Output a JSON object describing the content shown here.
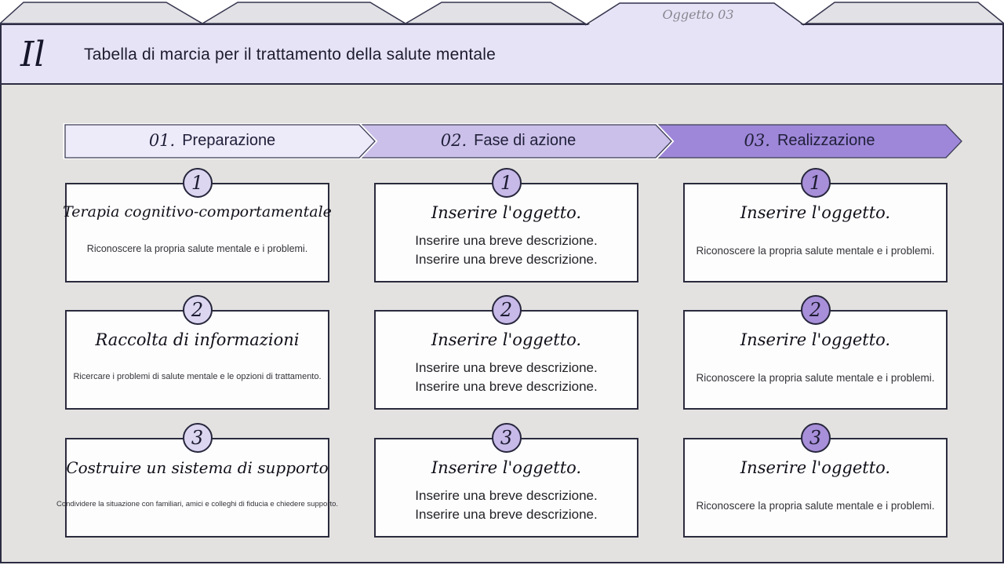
{
  "tabs": {
    "active": {
      "label": "Oggetto 03"
    }
  },
  "header": {
    "logo": "Il",
    "title": "Tabella di marcia per il trattamento della salute mentale"
  },
  "colors": {
    "lavender": "#e7e3f7",
    "tab_gray": "#e2e1e5",
    "outline": "#2c2c42",
    "main_bg": "#e3e2e0"
  },
  "columns": [
    {
      "phase": {
        "num": "01.",
        "label": "Preparazione"
      },
      "colors": {
        "arrow": "#edeaf9",
        "circle": "#dcd6f1"
      },
      "cards": [
        {
          "num": "1",
          "title": "Terapia cognitivo-comportamentale",
          "desc": [
            "Riconoscere la propria salute mentale e i problemi."
          ]
        },
        {
          "num": "2",
          "title": "Raccolta di informazioni",
          "desc": [
            "Ricercare i problemi di salute mentale e le opzioni di trattamento."
          ]
        },
        {
          "num": "3",
          "title": "Costruire un sistema di supporto",
          "desc": [
            "Condividere la situazione con familiari, amici e colleghi di fiducia e chiedere supporto."
          ]
        }
      ]
    },
    {
      "phase": {
        "num": "02.",
        "label": "Fase di azione"
      },
      "colors": {
        "arrow": "#cbc0e9",
        "circle": "#c7b9e8"
      },
      "cards": [
        {
          "num": "1",
          "title": "Inserire l'oggetto.",
          "desc": [
            "Inserire una breve descrizione.",
            "Inserire una breve descrizione."
          ]
        },
        {
          "num": "2",
          "title": "Inserire l'oggetto.",
          "desc": [
            "Inserire una breve descrizione.",
            "Inserire una breve descrizione."
          ]
        },
        {
          "num": "3",
          "title": "Inserire l'oggetto.",
          "desc": [
            "Inserire una breve descrizione.",
            "Inserire una breve descrizione."
          ]
        }
      ]
    },
    {
      "phase": {
        "num": "03.",
        "label": "Realizzazione"
      },
      "colors": {
        "arrow": "#9e87d9",
        "circle": "#a88fd9"
      },
      "cards": [
        {
          "num": "1",
          "title": "Inserire l'oggetto.",
          "desc": [
            "Riconoscere la propria salute mentale e i problemi."
          ]
        },
        {
          "num": "2",
          "title": "Inserire l'oggetto.",
          "desc": [
            "Riconoscere la propria salute mentale e i problemi."
          ]
        },
        {
          "num": "3",
          "title": "Inserire l'oggetto.",
          "desc": [
            "Riconoscere la propria salute mentale e i problemi."
          ]
        }
      ]
    }
  ]
}
